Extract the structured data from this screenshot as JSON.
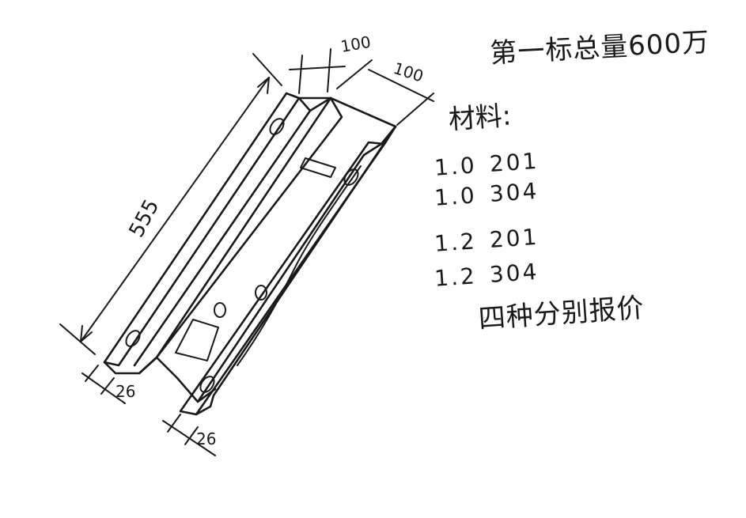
{
  "dimensions": {
    "length": "555",
    "top_width_a": "100",
    "top_width_b": "100",
    "flange_left": "26",
    "flange_right": "26"
  },
  "quantity_note": "第一标总量600万",
  "materials": {
    "heading": "材料:",
    "rows": [
      {
        "thickness": "1.0",
        "grade": "201"
      },
      {
        "thickness": "1.0",
        "grade": "304"
      },
      {
        "thickness": "1.2",
        "grade": "201"
      },
      {
        "thickness": "1.2",
        "grade": "304"
      }
    ]
  },
  "quote_note": "四种分别报价",
  "colors": {
    "ink": "#1a1a1a",
    "background": "#ffffff"
  }
}
